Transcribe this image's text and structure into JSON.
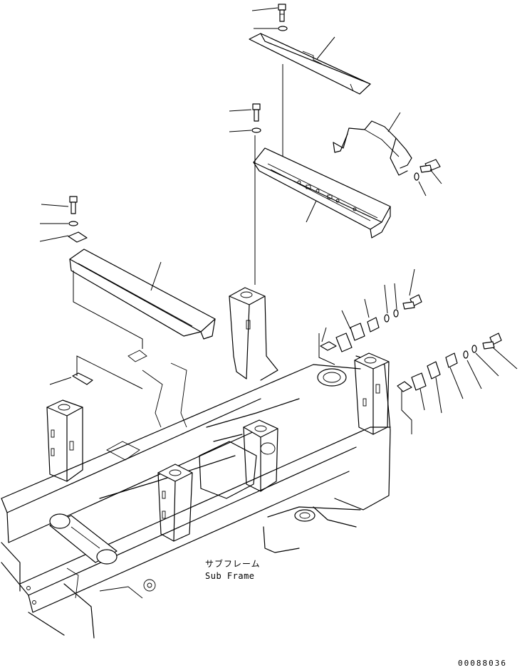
{
  "diagram": {
    "caption_jp": "サブフレーム",
    "caption_en": "Sub Frame",
    "figure_code": "00088036"
  }
}
